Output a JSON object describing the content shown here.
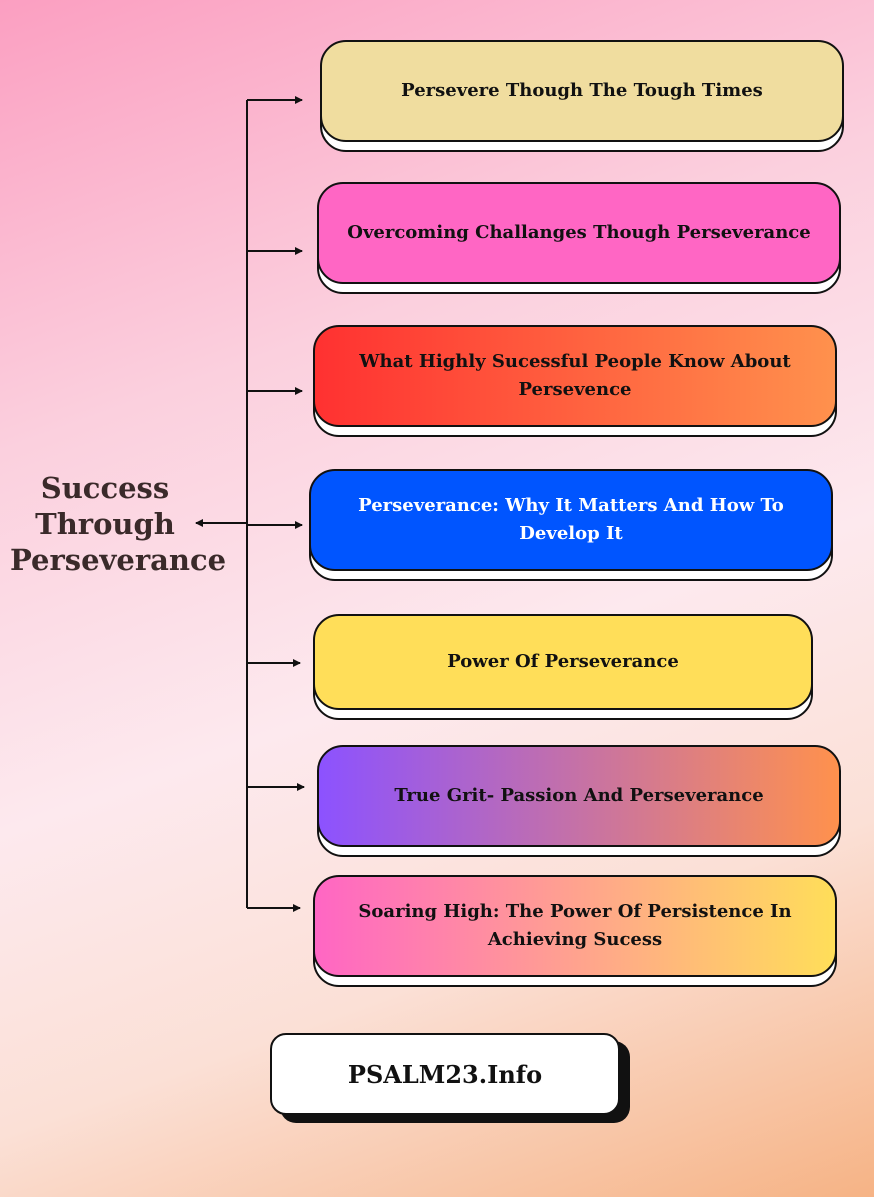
{
  "root": {
    "lines": [
      "Success",
      "Through",
      "Perseverance"
    ]
  },
  "nodes": [
    {
      "label": "Persevere Though The Tough Times",
      "color": "#f0dd9f"
    },
    {
      "label": "Overcoming Challanges Though Perseverance",
      "color": "#ff66c4"
    },
    {
      "label": "What Highly Sucessful People Know About Persevence",
      "gradient": [
        "#ff3131",
        "#ff914d"
      ]
    },
    {
      "label": "Perseverance: Why It Matters And How To Develop It",
      "color": "#0055ff"
    },
    {
      "label": "Power Of Perseverance",
      "color": "#ffde59"
    },
    {
      "label": "True Grit- Passion And Perseverance",
      "gradient": [
        "#8c52ff",
        "#ff914d"
      ]
    },
    {
      "label": "Soaring High: The Power Of Persistence In Achieving Sucess",
      "gradient": [
        "#ff66c4",
        "#ffde59"
      ]
    }
  ],
  "footer": {
    "label": "PSALM23.Info"
  }
}
